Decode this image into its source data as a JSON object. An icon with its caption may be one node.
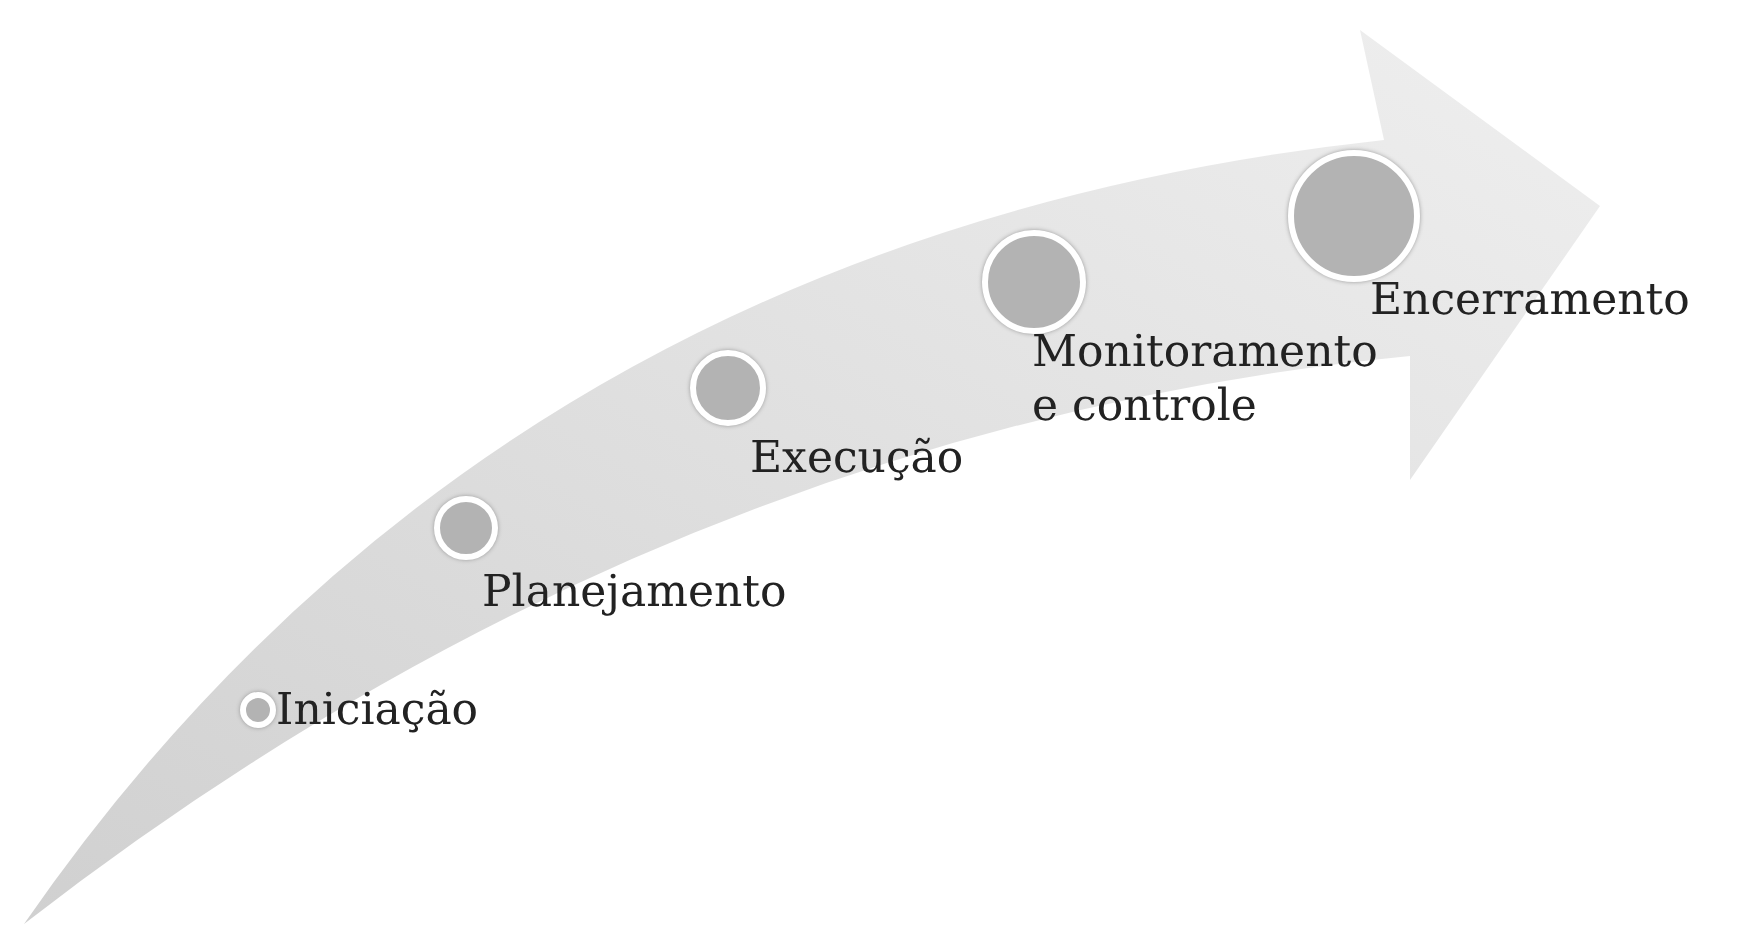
{
  "diagram": {
    "nodes": [
      {
        "text": [
          "Iniciação"
        ]
      },
      {
        "text": [
          "Planejamento"
        ]
      },
      {
        "text": [
          "Execução"
        ]
      },
      {
        "text": [
          "Monitoramento e controle"
        ]
      },
      {
        "text": [
          "Encerramento"
        ]
      }
    ]
  }
}
